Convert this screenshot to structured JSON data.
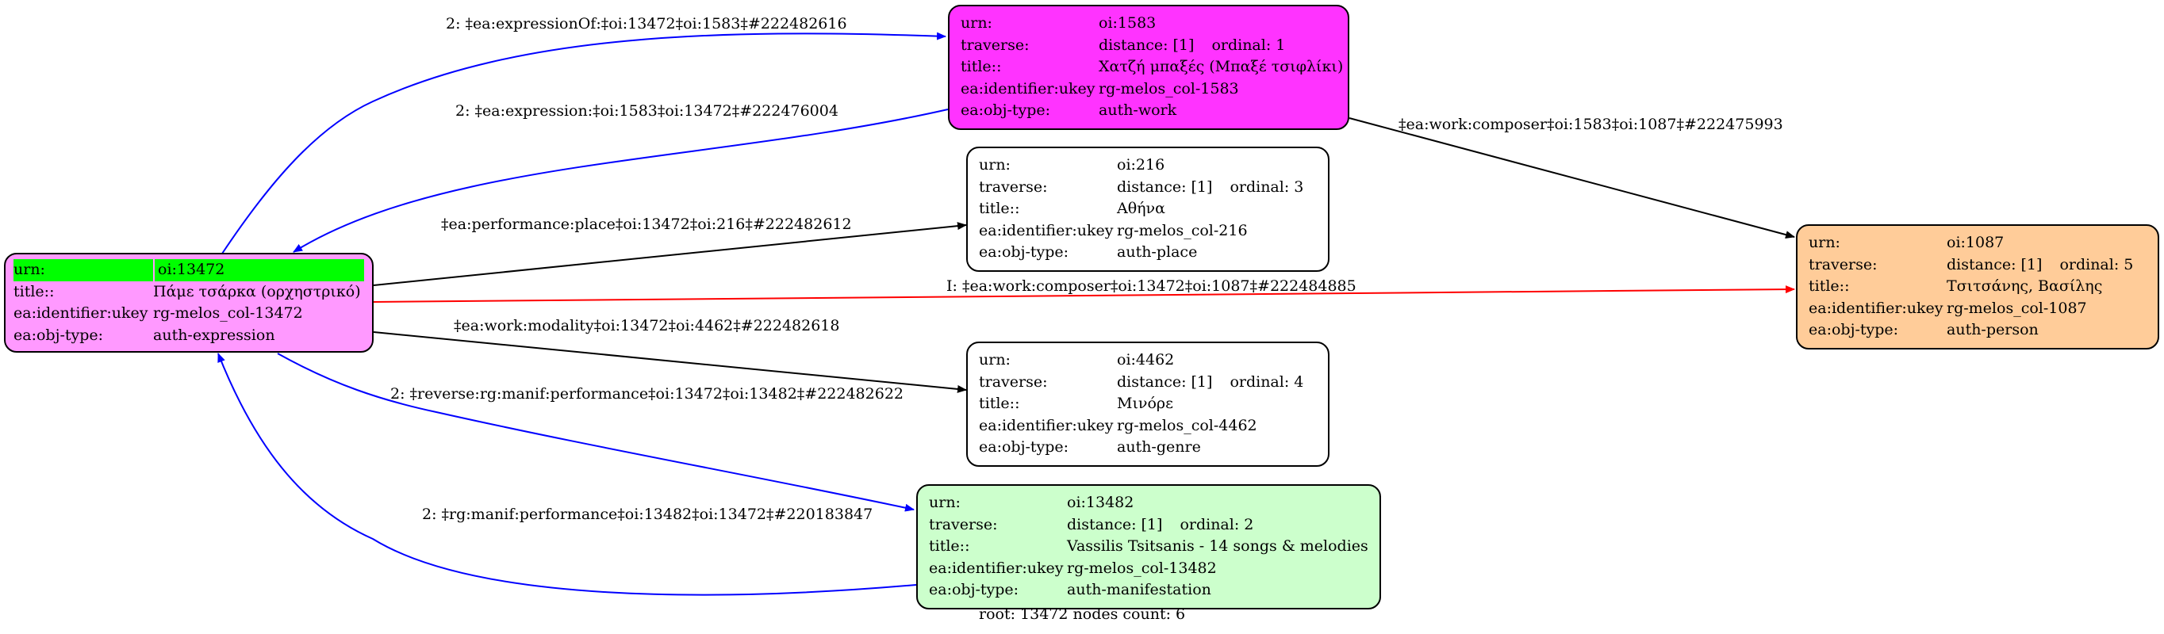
{
  "colors": {
    "root": "#ff99ff",
    "auth_work": "#ff33ff",
    "auth_person": "#ffcc99",
    "auth_manifestation": "#ccffcc",
    "plain": "#ffffff",
    "urn_highlight": "#00ff00",
    "edge_blue": "#0000ff",
    "edge_black": "#000000",
    "edge_red": "#ff0000"
  },
  "nodes": {
    "root": {
      "urn_key": "urn:",
      "urn": "oi:13472",
      "title_key": "title::",
      "title": "Πάμε τσάρκα (ορχηστρικό)",
      "ukey_key": "ea:identifier:ukey",
      "ukey": "rg-melos_col-13472",
      "type_key": "ea:obj-type:",
      "type": "auth-expression"
    },
    "work": {
      "urn_key": "urn:",
      "urn": "oi:1583",
      "traverse_key": "traverse:",
      "distance": "distance: [1]",
      "ordinal": "ordinal: 1",
      "title_key": "title::",
      "title": "Χατζή μπαξές (Μπαξέ τσιφλίκι)",
      "ukey_key": "ea:identifier:ukey",
      "ukey": "rg-melos_col-1583",
      "type_key": "ea:obj-type:",
      "type": "auth-work"
    },
    "place": {
      "urn_key": "urn:",
      "urn": "oi:216",
      "traverse_key": "traverse:",
      "distance": "distance: [1]",
      "ordinal": "ordinal: 3",
      "title_key": "title::",
      "title": "Αθήνα",
      "ukey_key": "ea:identifier:ukey",
      "ukey": "rg-melos_col-216",
      "type_key": "ea:obj-type:",
      "type": "auth-place"
    },
    "person": {
      "urn_key": "urn:",
      "urn": "oi:1087",
      "traverse_key": "traverse:",
      "distance": "distance: [1]",
      "ordinal": "ordinal: 5",
      "title_key": "title::",
      "title": "Τσιτσάνης, Βασίλης",
      "ukey_key": "ea:identifier:ukey",
      "ukey": "rg-melos_col-1087",
      "type_key": "ea:obj-type:",
      "type": "auth-person"
    },
    "genre": {
      "urn_key": "urn:",
      "urn": "oi:4462",
      "traverse_key": "traverse:",
      "distance": "distance: [1]",
      "ordinal": "ordinal: 4",
      "title_key": "title::",
      "title": "Μινόρε",
      "ukey_key": "ea:identifier:ukey",
      "ukey": "rg-melos_col-4462",
      "type_key": "ea:obj-type:",
      "type": "auth-genre"
    },
    "manif": {
      "urn_key": "urn:",
      "urn": "oi:13482",
      "traverse_key": "traverse:",
      "distance": "distance: [1]",
      "ordinal": "ordinal: 2",
      "title_key": "title::",
      "title": "Vassilis Tsitsanis - 14 songs & melodies",
      "ukey_key": "ea:identifier:ukey",
      "ukey": "rg-melos_col-13482",
      "type_key": "ea:obj-type:",
      "type": "auth-manifestation"
    }
  },
  "edges": {
    "expression_of": "2: ‡ea:expressionOf:‡oi:13472‡oi:1583‡#222482616",
    "expression": "2: ‡ea:expression:‡oi:1583‡oi:13472‡#222476004",
    "work_composer": "‡ea:work:composer‡oi:1583‡oi:1087‡#222475993",
    "performance_place": "‡ea:performance:place‡oi:13472‡oi:216‡#222482612",
    "inferred_composer": "I: ‡ea:work:composer‡oi:13472‡oi:1087‡#222484885",
    "modality": "‡ea:work:modality‡oi:13472‡oi:4462‡#222482618",
    "reverse_manif_performance": "2: ‡reverse:rg:manif:performance‡oi:13472‡oi:13482‡#222482622",
    "manif_performance": "2: ‡rg:manif:performance‡oi:13482‡oi:13472‡#220183847"
  },
  "footer": "root: 13472 nodes count: 6"
}
